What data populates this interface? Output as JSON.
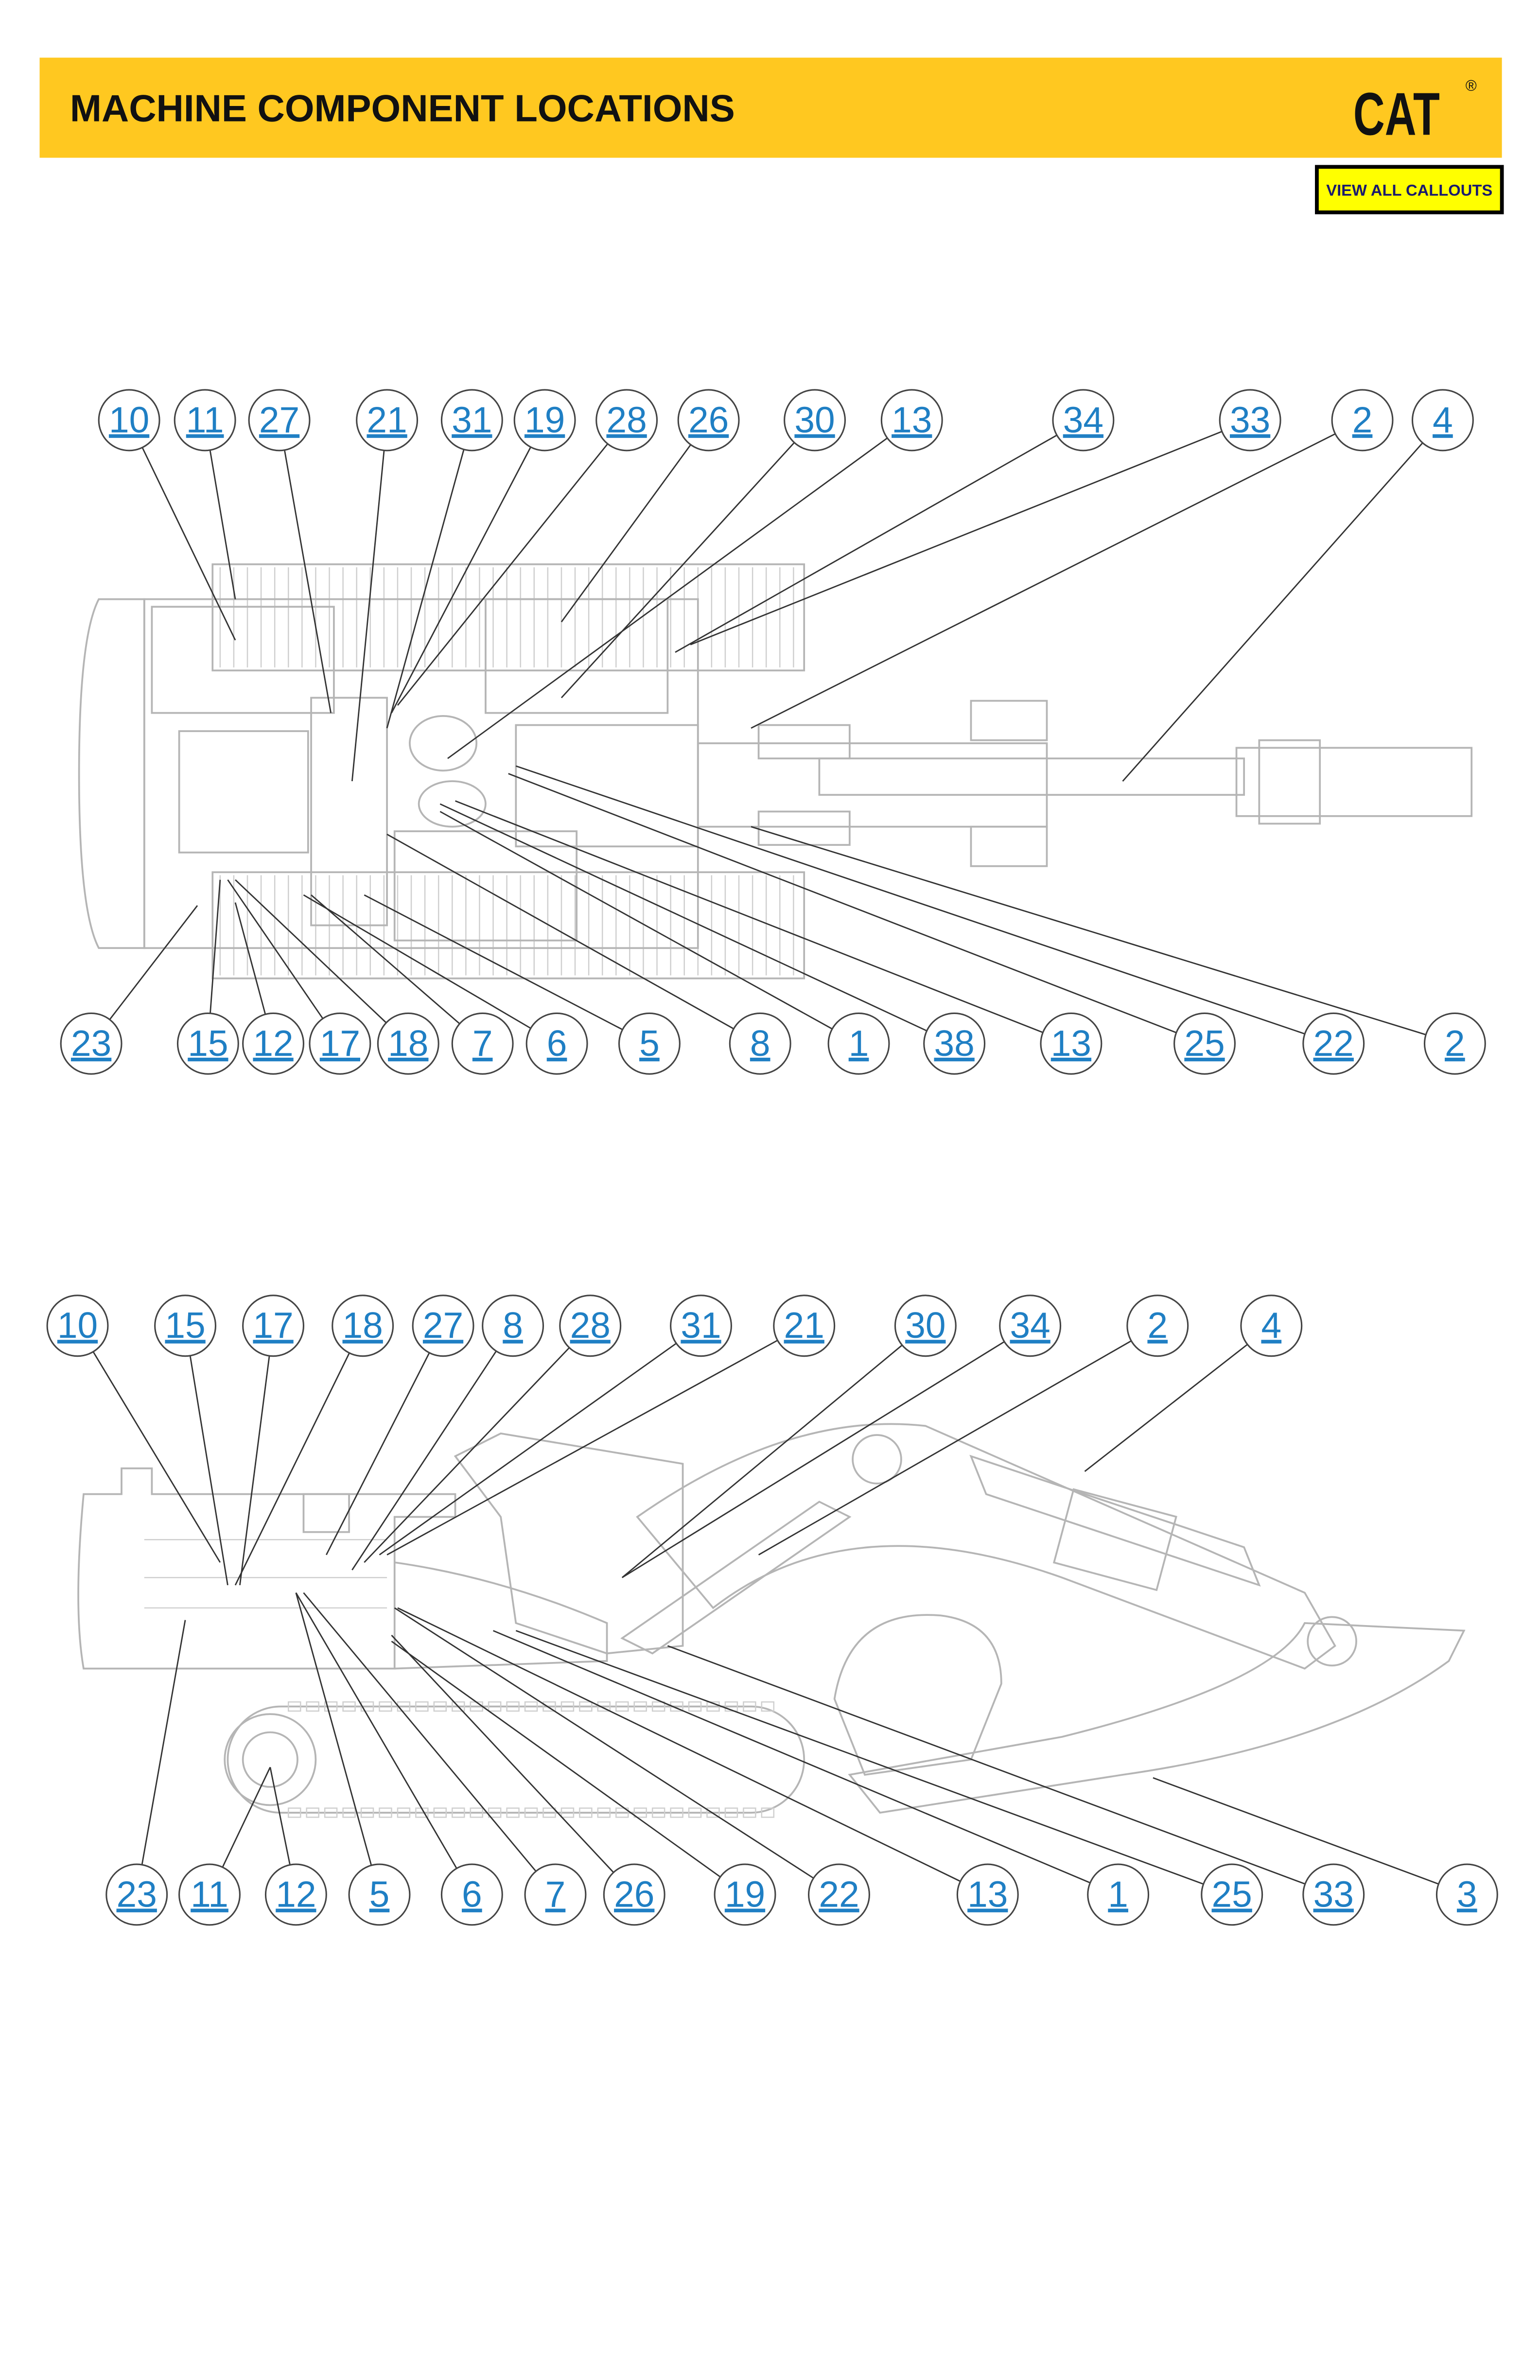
{
  "header": {
    "title": "MACHINE COMPONENT LOCATIONS",
    "logo_text": "CAT",
    "logo_mark": "®",
    "view_all_button": "VIEW ALL CALLOUTS",
    "bar_color": "#FFC820",
    "button_color": "#FFFF00"
  },
  "views": [
    {
      "name": "top-view",
      "callouts_top": [
        "10",
        "11",
        "27",
        "21",
        "31",
        "19",
        "28",
        "26",
        "30",
        "13",
        "34",
        "33",
        "2",
        "4"
      ],
      "callouts_bottom": [
        "23",
        "15",
        "12",
        "17",
        "18",
        "7",
        "6",
        "5",
        "8",
        "1",
        "38",
        "13",
        "25",
        "22",
        "2"
      ]
    },
    {
      "name": "side-view",
      "callouts_top": [
        "10",
        "15",
        "17",
        "18",
        "27",
        "8",
        "28",
        "31",
        "21",
        "30",
        "34",
        "2",
        "4"
      ],
      "callouts_bottom": [
        "23",
        "11",
        "12",
        "5",
        "6",
        "7",
        "26",
        "19",
        "22",
        "13",
        "1",
        "25",
        "33",
        "3"
      ]
    }
  ],
  "colors": {
    "callout_text": "#1f7fc4"
  }
}
